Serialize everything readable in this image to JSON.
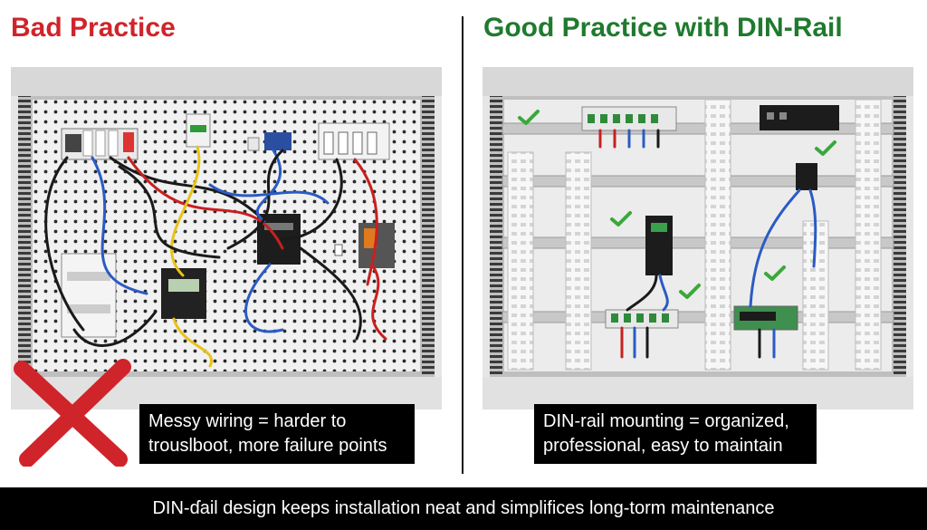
{
  "left": {
    "heading": "Bad Practice",
    "heading_color": "#d0242b",
    "caption": "Messy wiring = harder to\ntrouslboot, more failure points",
    "mark_color": "#d0242b"
  },
  "right": {
    "heading": "Good Practice with DIN-Rail",
    "heading_color": "#1f7a2e",
    "caption": "DIN-rail mounting = organized,\nprofessional, easy to maintain",
    "check_color": "#3aa83a"
  },
  "footer": {
    "text": "DIN-ɗail design keeps installation neat and simplifices long-torm maintenance"
  },
  "icons": [
    "cross-mark-icon",
    "check-mark-icon"
  ]
}
